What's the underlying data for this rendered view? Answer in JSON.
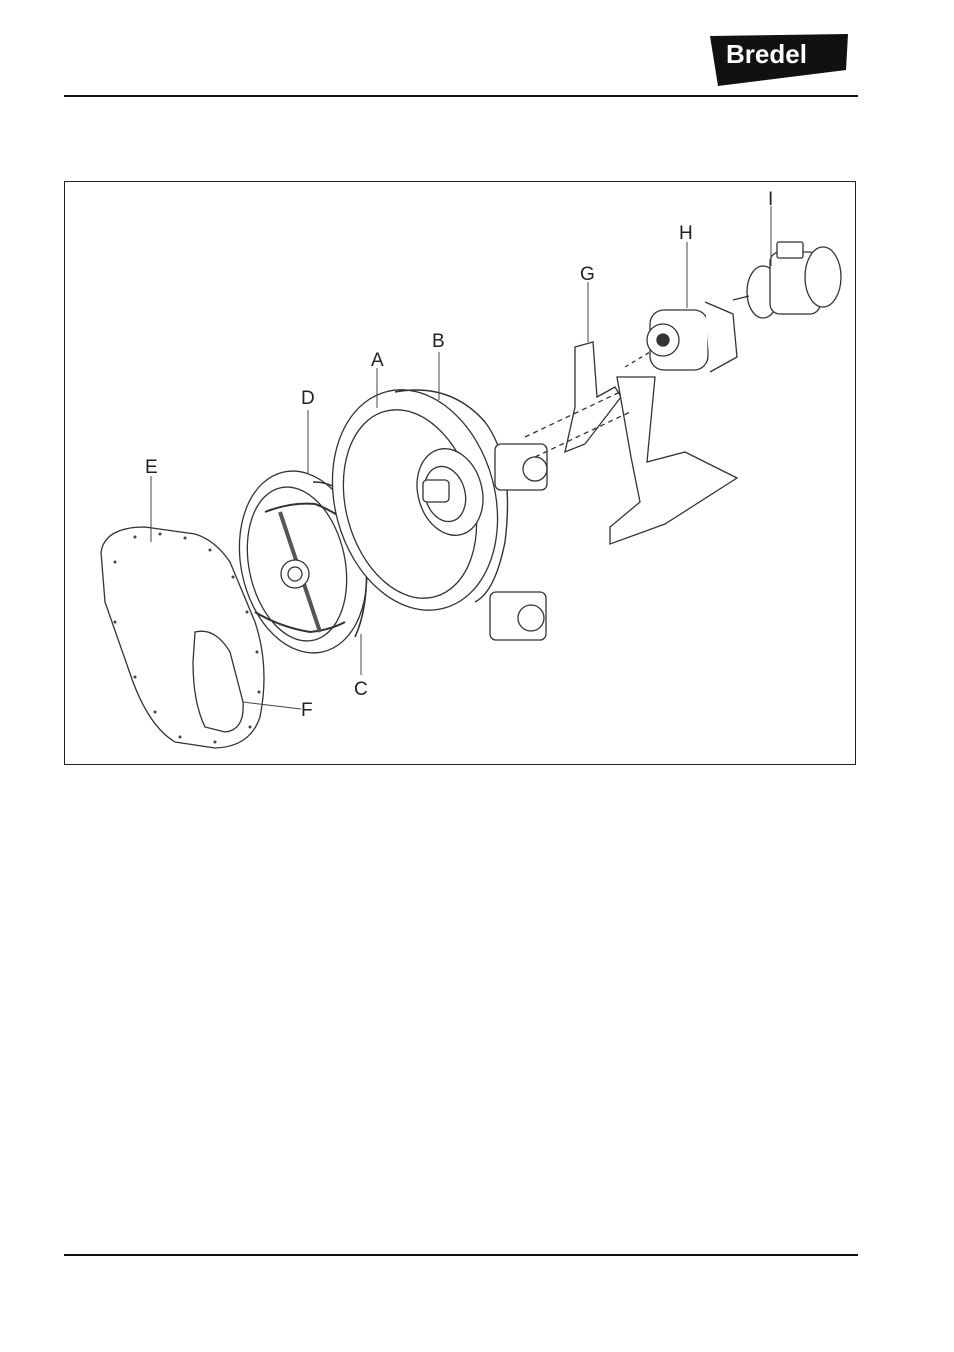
{
  "header": {
    "brand": "Bredel"
  },
  "figure": {
    "labels": {
      "A": "A",
      "B": "B",
      "C": "C",
      "D": "D",
      "E": "E",
      "F": "F",
      "G": "G",
      "H": "H",
      "I": "I"
    }
  }
}
